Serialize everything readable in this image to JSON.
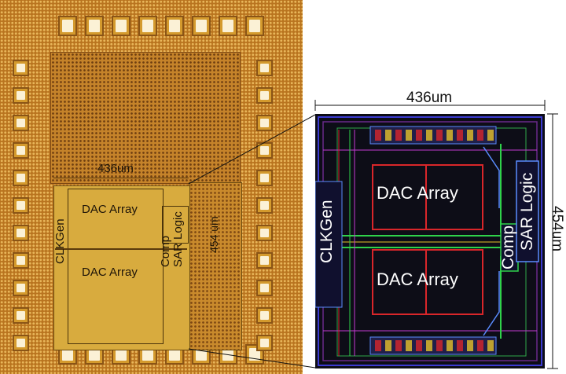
{
  "die_photo": {
    "width_label": "436um",
    "height_label": "454 um",
    "blocks": {
      "clkgen": "CLKGen",
      "dac_top": "DAC Array",
      "dac_bottom": "DAC Array",
      "comp": "Comp",
      "sar_logic": "SAR Logic"
    }
  },
  "layout_view": {
    "width_label": "436um",
    "height_label": "454um",
    "blocks": {
      "clkgen": "CLKGen",
      "dac_top": "DAC Array",
      "dac_bottom": "DAC Array",
      "comp": "Comp",
      "sar_logic": "SAR Logic"
    }
  },
  "colors": {
    "die_gold": "#b9741f",
    "pad_silver": "#fbf1d6",
    "layout_bg": "#0d0d17",
    "metal_red": "#d9262a",
    "metal_green": "#2fd24a",
    "metal_blue": "#4a78ff"
  }
}
